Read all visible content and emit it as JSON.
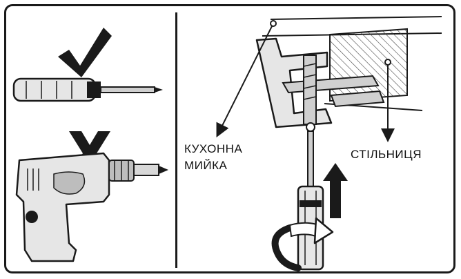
{
  "labels": {
    "sink_line1": "КУХОННА",
    "sink_line2": "МИЙКА",
    "countertop": "СТІЛЬНИЦЯ"
  },
  "tools": {
    "allowed": "screwdriver-icon",
    "forbidden": "power-drill-icon"
  },
  "marks": {
    "ok": "checkmark-icon",
    "not_ok": "cross-icon"
  },
  "colors": {
    "ink": "#1a1a1a",
    "fill_light": "#e6e6e6",
    "fill_mid": "#bdbdbd"
  }
}
